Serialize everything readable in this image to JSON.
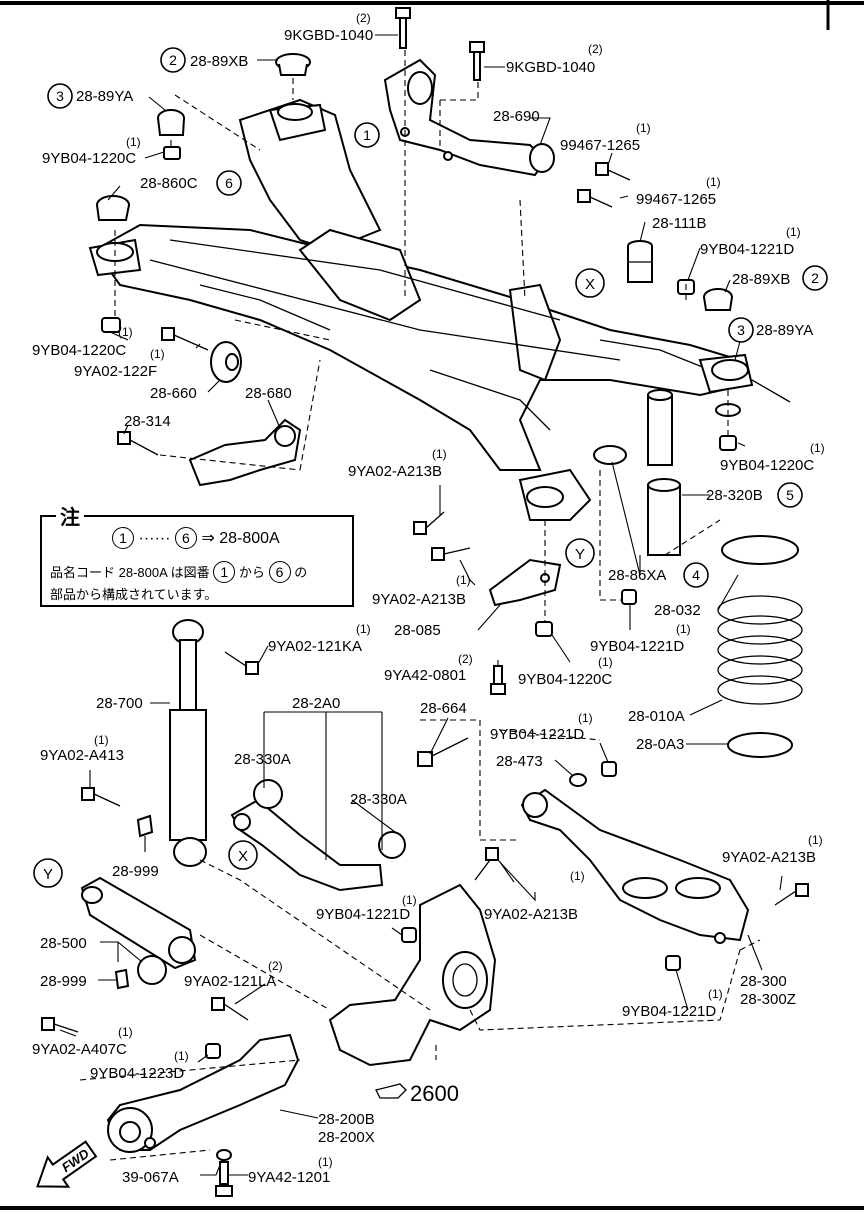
{
  "labels": {
    "kgbd_top_left": "9KGBD-1040",
    "kgbd_top_left_qty": "(2)",
    "kgbd_top_right": "9KGBD-1040",
    "kgbd_top_right_qty": "(2)",
    "p2889xb_left": "28-89XB",
    "p2889ya_left": "28-89YA",
    "p9yb041220c_a": "9YB04-1220C",
    "p9yb041220c_a_qty": "(1)",
    "p28690": "28-690",
    "p994671265_a": "99467-1265",
    "p994671265_a_qty": "(1)",
    "p994671265_b": "99467-1265",
    "p994671265_b_qty": "(1)",
    "p28860c": "28-860C",
    "p28111b": "28-111B",
    "p9yb041221d_a": "9YB04-1221D",
    "p9yb041221d_a_qty": "(1)",
    "p2889xb_right": "28-89XB",
    "p2889ya_right": "28-89YA",
    "p9yb041220c_b": "9YB04-1220C",
    "p9yb041220c_b_qty": "(1)",
    "p9ya02122f": "9YA02-122F",
    "p9ya02122f_qty": "(1)",
    "p28660": "28-660",
    "p28680": "28-680",
    "p28314": "28-314",
    "p9yb041220c_c": "9YB04-1220C",
    "p9yb041220c_c_qty": "(1)",
    "p9ya02a213b_a": "9YA02-A213B",
    "p9ya02a213b_a_qty": "(1)",
    "p28320b": "28-320B",
    "p9ya02a213b_b": "9YA02-A213B",
    "p9ya02a213b_b_qty": "(1)",
    "p2886xa": "28-86XA",
    "p28032": "28-032",
    "p28085": "28-085",
    "p9yb041221d_b": "9YB04-1221D",
    "p9yb041221d_b_qty": "(1)",
    "p9ya02121ka": "9YA02-121KA",
    "p9ya02121ka_qty": "(1)",
    "p9ya420801": "9YA42-0801",
    "p9ya420801_qty": "(2)",
    "p9yb041220c_d": "9YB04-1220C",
    "p9yb041220c_d_qty": "(1)",
    "p28700": "28-700",
    "p282a0": "28-2A0",
    "p28664": "28-664",
    "p28010a": "28-010A",
    "p9ya02a413": "9YA02-A413",
    "p9ya02a413_qty": "(1)",
    "p28330a_left": "28-330A",
    "p9yb041221d_c": "9YB04-1221D",
    "p9yb041221d_c_qty": "(1)",
    "p28473": "28-473",
    "p280a3": "28-0A3",
    "p28330a_right": "28-330A",
    "p28999_a": "28-999",
    "p9ya02a213b_c": "9YA02-A213B",
    "p9ya02a213b_c_qty": "(1)",
    "p9yb041221d_d": "9YB04-1221D",
    "p9yb041221d_d_qty": "(1)",
    "p9ya02a213b_d": "9YA02-A213B",
    "p9ya02a213b_d_qty": "(1)",
    "p28500": "28-500",
    "p28999_b": "28-999",
    "p9ya02121la": "9YA02-121LA",
    "p9ya02121la_qty": "(2)",
    "p28300": "28-300",
    "p28300z": "28-300Z",
    "p9yb041221d_e": "9YB04-1221D",
    "p9yb041221d_e_qty": "(1)",
    "p9ya02a407c": "9YA02-A407C",
    "p9ya02a407c_qty": "(1)",
    "p9yb041223d": "9YB04-1223D",
    "p9yb041223d_qty": "(1)",
    "p2600": "2600",
    "p28200b": "28-200B",
    "p28200x": "28-200X",
    "p39067a": "39-067A",
    "p9ya421201": "9YA42-1201",
    "p9ya421201_qty": "(1)",
    "fwd": "FWD"
  },
  "callouts": {
    "c1": "1",
    "c2a": "2",
    "c3a": "3",
    "c6": "6",
    "c2b": "2",
    "c3b": "3",
    "c5": "5",
    "c4": "4",
    "x_top": "X",
    "y_top": "Y",
    "x_bottom": "X",
    "y_bottom": "Y"
  },
  "note": {
    "title": "注",
    "range_start": "1",
    "range_dots": "······",
    "range_end": "6",
    "arrow": "⇒",
    "range_target": "28-800A",
    "text_a": "品名コード 28-800A は図番",
    "text_num1": "1",
    "text_b": "から",
    "text_num6": "6",
    "text_c": "の",
    "text_d": "部品から構成されています。"
  }
}
